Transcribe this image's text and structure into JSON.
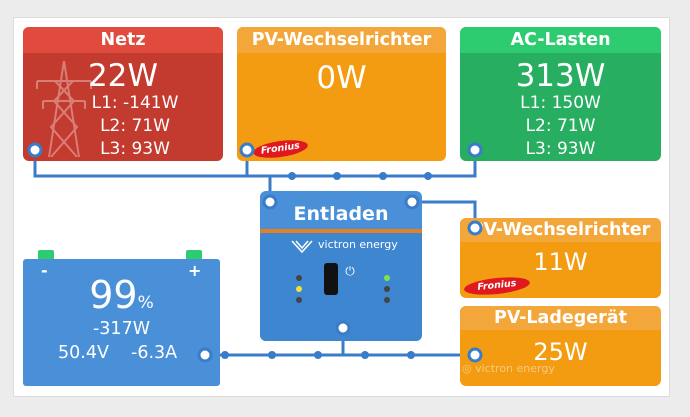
{
  "colors": {
    "grid": "#c33a2f",
    "grid_header": "#e14b3e",
    "pv": "#f39c12",
    "pv_header": "#f3a73a",
    "loads": "#27ae60",
    "loads_header": "#2ecc71",
    "battery": "#4a90d9",
    "battery_header": "#5b9bd8",
    "inverter": "#3f86d0",
    "inverter_header": "#4a90d9",
    "wire": "#3a7cc8"
  },
  "grid": {
    "title": "Netz",
    "power": "22W",
    "l1": "L1: -141W",
    "l2": "L2: 71W",
    "l3": "L3: 93W",
    "icon": "power-pylon-icon"
  },
  "pv_inverter_top": {
    "title": "PV-Wechselrichter",
    "power": "0W",
    "brand": "Fronius"
  },
  "ac_loads": {
    "title": "AC-Lasten",
    "power": "313W",
    "l1": "L1: 150W",
    "l2": "L2: 71W",
    "l3": "L3: 93W"
  },
  "inverter": {
    "title": "Entladen",
    "brand": "victron energy"
  },
  "pv_inverter_right": {
    "title": "PV-Wechselrichter",
    "power": "11W",
    "brand": "Fronius"
  },
  "pv_charger": {
    "title": "PV-Ladegerät",
    "power": "25W",
    "brand": "victron energy"
  },
  "battery": {
    "soc": "99",
    "unit": "%",
    "power": "-317W",
    "voltage": "50.4V",
    "current": "-6.3A",
    "minus": "-",
    "plus": "+"
  }
}
